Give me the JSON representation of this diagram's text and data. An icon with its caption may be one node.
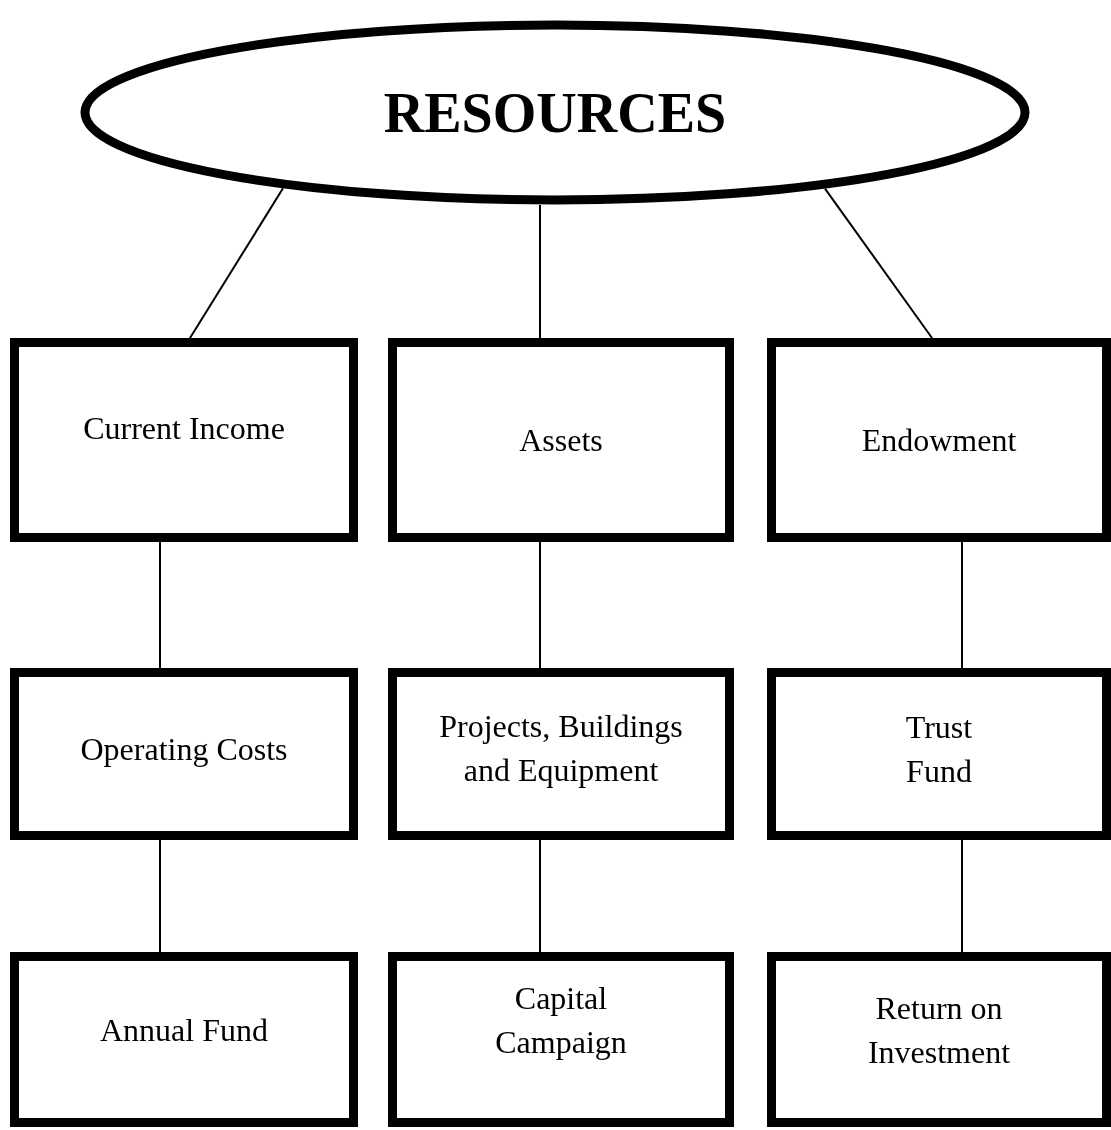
{
  "diagram": {
    "nodes": [
      {
        "text": [
          "RESOURCES"
        ]
      },
      {
        "text": [
          "Current Income"
        ]
      },
      {
        "text": [
          "Assets"
        ]
      },
      {
        "text": [
          "Endowment"
        ]
      },
      {
        "text": [
          "Operating Costs"
        ]
      },
      {
        "text": [
          "Projects, Buildings and Equipment"
        ]
      },
      {
        "text": [
          "Trust Fund"
        ]
      },
      {
        "text": [
          "Annual Fund"
        ]
      },
      {
        "text": [
          "Capital Campaign"
        ]
      },
      {
        "text": [
          "Return on Investment"
        ]
      }
    ],
    "edges": [
      {
        "from": 0,
        "to": 1,
        "arrow": "none"
      },
      {
        "from": 0,
        "to": 2,
        "arrow": "none"
      },
      {
        "from": 0,
        "to": 3,
        "arrow": "none"
      },
      {
        "from": 1,
        "to": 4,
        "arrow": "none"
      },
      {
        "from": 2,
        "to": 5,
        "arrow": "none"
      },
      {
        "from": 3,
        "to": 6,
        "arrow": "none"
      },
      {
        "from": 4,
        "to": 7,
        "arrow": "none"
      },
      {
        "from": 5,
        "to": 8,
        "arrow": "none"
      },
      {
        "from": 6,
        "to": 9,
        "arrow": "none"
      }
    ]
  }
}
